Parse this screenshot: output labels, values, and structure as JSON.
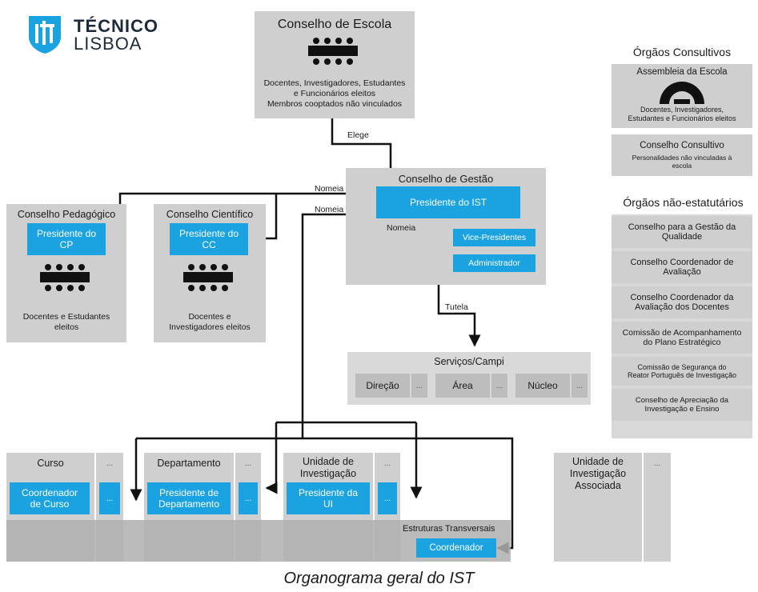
{
  "logo": {
    "line1": "TÉCNICO",
    "line2": "LISBOA",
    "brand_color": "#1aa3e0"
  },
  "conselho_escola": {
    "title": "Conselho de Escola",
    "desc1": "Docentes, Investigadores, Estudantes",
    "desc2": "e Funcionários eleitos",
    "desc3": "Membros cooptados não vinculados"
  },
  "labels": {
    "elege": "Elege",
    "nomeia_1": "Nomeia",
    "nomeia_2": "Nomeia",
    "nomeia_3": "Nomeia",
    "tutela": "Tutela"
  },
  "conselho_gestao": {
    "title": "Conselho de Gestão",
    "presidente": "Presidente do IST",
    "vice": "Vice-Presidentes",
    "administrador": "Administrador"
  },
  "conselho_pedagogico": {
    "title": "Conselho Pedagógico",
    "presidente": "Presidente do CP",
    "desc1": "Docentes e Estudantes",
    "desc2": "eleitos"
  },
  "conselho_cientifico": {
    "title": "Conselho Científico",
    "presidente": "Presidente do CC",
    "desc1": "Docentes e",
    "desc2": "Investigadores eleitos"
  },
  "servicos": {
    "title": "Serviços/Campi",
    "items": [
      "Direção",
      "...",
      "Área",
      "...",
      "Núcleo",
      "..."
    ]
  },
  "bottom": {
    "curso": {
      "title": "Curso",
      "chief": "Coordenador de Curso",
      "more": "..."
    },
    "departamento": {
      "title": "Departamento",
      "chief": "Presidente de Departamento",
      "more": "..."
    },
    "unidade": {
      "title1": "Unidade de",
      "title2": "Investigação",
      "chief": "Presidente da UI",
      "more": "..."
    },
    "transversais": {
      "title": "Estruturas Transversais",
      "chief": "Coordenador"
    },
    "associada": {
      "title1": "Unidade de",
      "title2": "Investigação",
      "title3": "Associada",
      "more": "..."
    }
  },
  "consultivos": {
    "header": "Órgãos Consultivos",
    "assembleia_title": "Assembleia da Escola",
    "assembleia_desc1": "Docentes, Investigadores,",
    "assembleia_desc2": "Estudantes e Funcionários eleitos",
    "consultivo_title": "Conselho Consultivo",
    "consultivo_desc1": "Personalidades não vinculadas à",
    "consultivo_desc2": "escola"
  },
  "nao_estatutarios": {
    "header": "Órgãos não-estatutários",
    "items": [
      [
        "Conselho para a Gestão da",
        "Qualidade"
      ],
      [
        "Conselho Coordenador de",
        "Avaliação"
      ],
      [
        "Conselho Coordenador da",
        "Avaliação dos Docentes"
      ],
      [
        "Comissão de Acompanhamento",
        "do Plano Estratégico"
      ],
      [
        "Comissão de Segurança do",
        "Reator Português de Investigação"
      ],
      [
        "Conselho de Apreciação da",
        "Investigação e Ensino"
      ]
    ]
  },
  "caption": "Organograma geral do IST"
}
